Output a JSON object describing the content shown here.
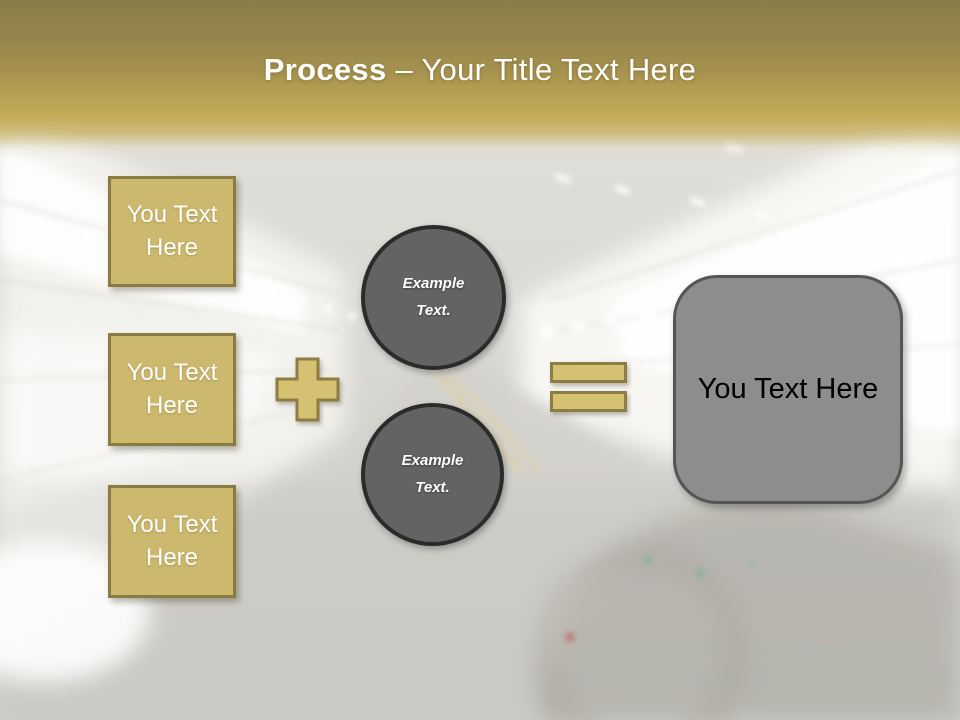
{
  "slide": {
    "title": {
      "emphasis": "Process",
      "rest": "– Your Title Text Here"
    },
    "input_boxes": [
      {
        "label": "You Text Here"
      },
      {
        "label": "You Text Here"
      },
      {
        "label": "You Text Here"
      }
    ],
    "example_circles": [
      {
        "label": "Example Text."
      },
      {
        "label": "Example Text."
      }
    ],
    "result_box": {
      "label": "You Text Here"
    },
    "icons": {
      "plus": "plus-icon",
      "equals": "equals-icon",
      "background": "tunnel-photo-background"
    },
    "colors": {
      "band_top": "#8a7c4a",
      "band_mid": "#a6924e",
      "band_gold": "#c3ab57",
      "shape_gold_fill": "#cdb96e",
      "shape_gold_border": "#8a7b43",
      "circle_fill": "#636363",
      "circle_border": "#2b2b2b",
      "result_fill": "#8d8d8d",
      "result_border": "#555555",
      "title_text": "#ffffff",
      "box_text": "#ffffff",
      "circle_text": "#ffffff",
      "result_text": "#000000"
    }
  }
}
